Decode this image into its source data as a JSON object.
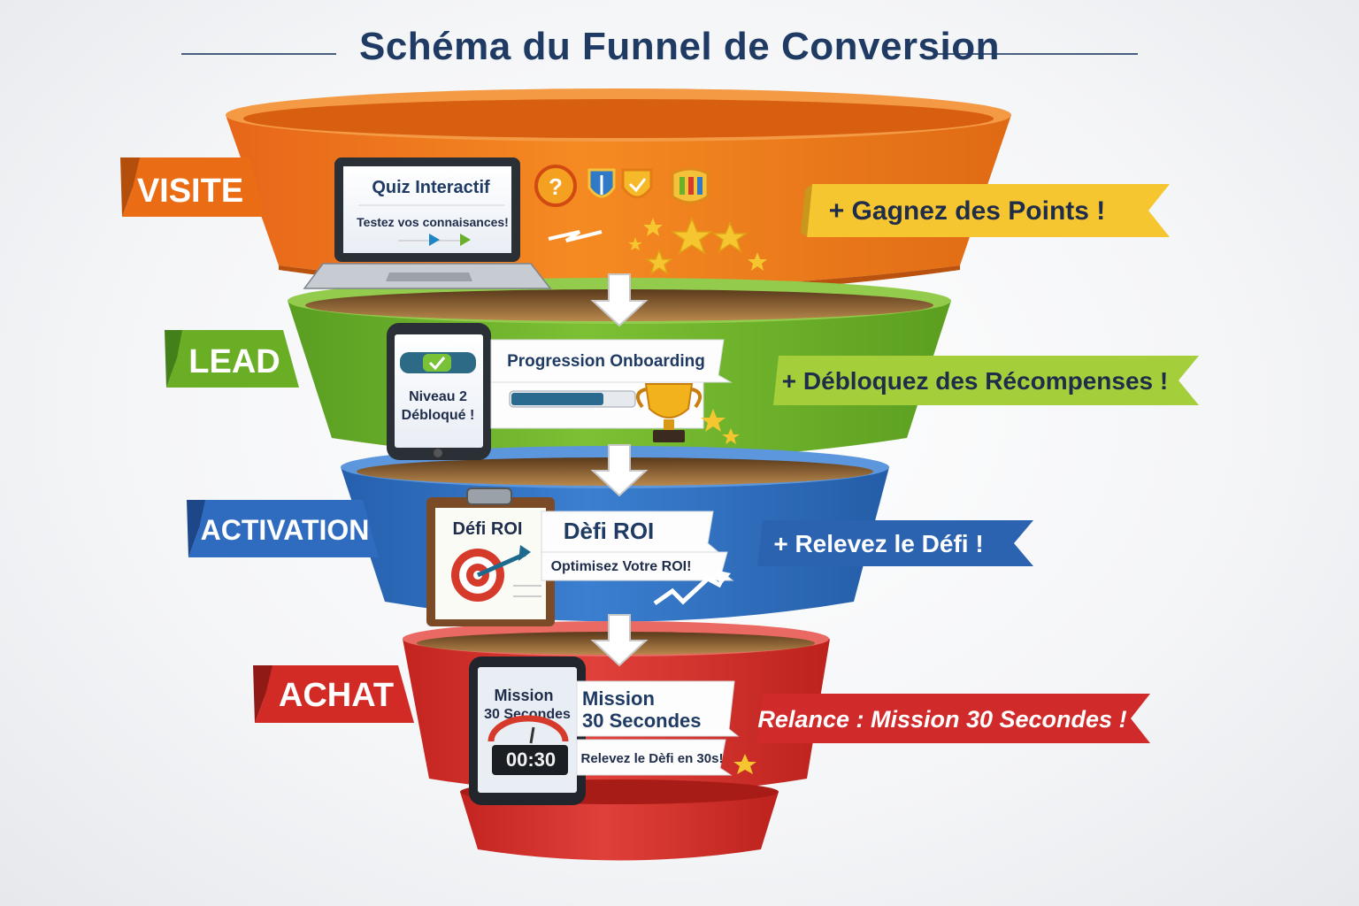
{
  "title": "Schéma du Funnel de Conversion",
  "colors": {
    "visite": "#f07a1a",
    "lead": "#6ab02a",
    "activation": "#2f6fc0",
    "achat": "#d6322b",
    "title": "#1f3a63",
    "banner_yellow": "#f6c630",
    "banner_green": "#a4cf3a",
    "banner_blue": "#2b63b0",
    "banner_red": "#d12a2a"
  },
  "stages": [
    {
      "label": "VISITE",
      "screen_title": "Quiz Interactif",
      "screen_subtitle": "Testez vos connaisances!",
      "banner": "+ Gagnez des Points !",
      "icons": [
        "question-icon",
        "shield-icon",
        "shield-check-icon",
        "badge-icon",
        "star-icon"
      ]
    },
    {
      "label": "LEAD",
      "card_title": "Progression Onboarding",
      "phone_text_1": "Niveau 2",
      "phone_text_2": "Débloqué !",
      "progress": 0.75,
      "banner": "+ Débloquez des Récompenses !",
      "icons": [
        "check-icon",
        "trophy-icon",
        "star-icon"
      ]
    },
    {
      "label": "ACTIVATION",
      "clipboard_title": "Défi ROI",
      "card_title": "Dèfi ROI",
      "card_subtitle": "Optimisez Votre ROI!",
      "banner": "+ Relevez le Défi !",
      "icons": [
        "target-icon",
        "trend-arrow-icon"
      ]
    },
    {
      "label": "ACHAT",
      "phone_title_1": "Mission",
      "phone_title_2": "30 Secondes",
      "timer": "00:30",
      "card_title_1": "Mission",
      "card_title_2": "30 Secondes",
      "card_subtitle": "Relevez le Dèfi en 30s!",
      "banner": "Relance : Mission 30 Secondes !",
      "icons": [
        "gauge-icon",
        "star-icon"
      ]
    }
  ]
}
